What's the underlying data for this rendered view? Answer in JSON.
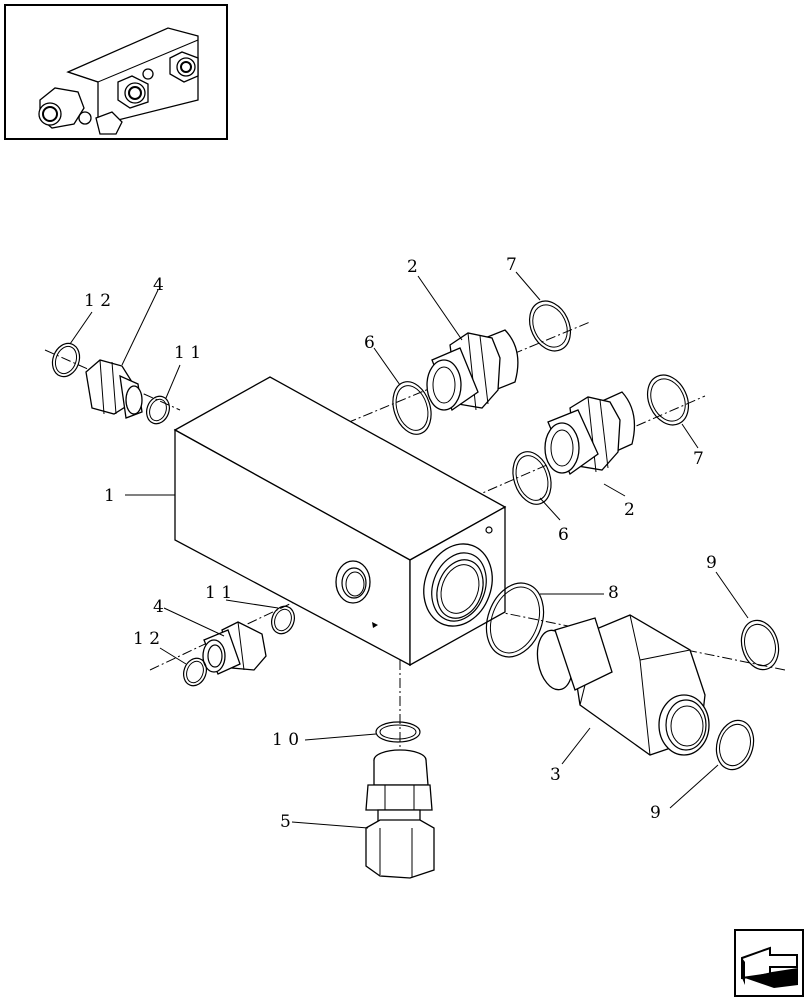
{
  "callouts": {
    "block": "1",
    "connector_upper": "2",
    "connector_lower": "2",
    "elbow_fitting": "3",
    "fitting_upper_left": "4",
    "fitting_lower_left": "4",
    "swivel_fitting": "5",
    "oring_6_upper": "6",
    "oring_6_lower": "6",
    "oring_7_upper": "7",
    "oring_7_lower": "7",
    "oring_8": "8",
    "oring_9_upper": "9",
    "oring_9_lower": "9",
    "oring_10": "1 0",
    "oring_11_upper": "1 1",
    "oring_11_lower": "1 1",
    "oring_12_upper": "1 2",
    "oring_12_lower": "1 2"
  },
  "icons": {
    "thumbnail": "assembly-thumbnail",
    "nav": "back-arrow-icon"
  }
}
